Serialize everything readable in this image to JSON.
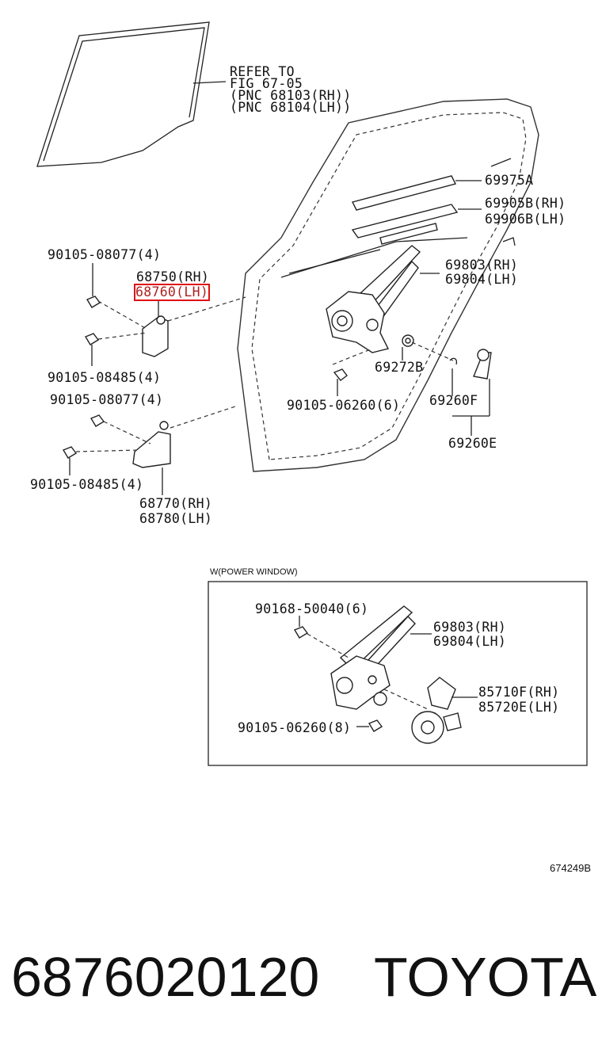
{
  "diagram": {
    "refer": {
      "line1": "REFER TO",
      "line2": "FIG 67-05",
      "line3": "(PNC 68103(RH))",
      "line4": "(PNC 68104(LH))"
    },
    "callouts": {
      "p69975a": "69975A",
      "p69905b": "69905B(RH)",
      "p69906b": "69906B(LH)",
      "p69803_rh": "69803(RH)",
      "p69804_lh": "69804(LH)",
      "p90105_08077_top": "90105-08077(4)",
      "p68750": "68750(RH)",
      "p68760": "68760(LH)",
      "p90105_08485_top": "90105-08485(4)",
      "p69272b": "69272B",
      "p90105_06260_6": "90105-06260(6)",
      "p69260f": "69260F",
      "p69260e": "69260E",
      "p90105_08077_bot": "90105-08077(4)",
      "p90105_08485_bot": "90105-08485(4)",
      "p68770": "68770(RH)",
      "p68780": "68780(LH)"
    },
    "power_window": {
      "heading": "W(POWER WINDOW)",
      "p90168_50040": "90168-50040(6)",
      "p69803_rh": "69803(RH)",
      "p69804_lh": "69804(LH)",
      "p85710f": "85710F(RH)",
      "p85720e": "85720E(LH)",
      "p90105_06260_8": "90105-06260(8)"
    },
    "figure_number": "674249B"
  },
  "footer": {
    "part_number": "6876020120",
    "brand": "TOYOTA"
  },
  "colors": {
    "highlight": "#e01010",
    "ink": "#111111"
  }
}
